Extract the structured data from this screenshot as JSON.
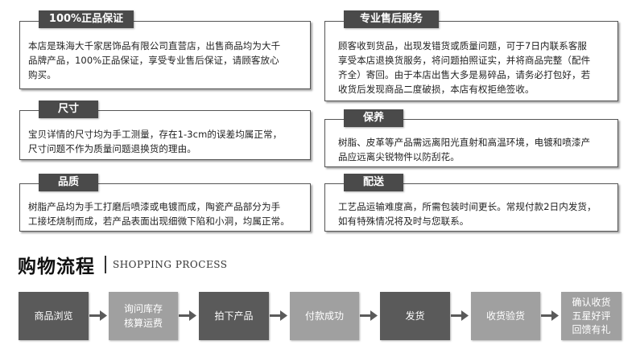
{
  "cards": [
    {
      "title": "100%正品保证",
      "lines": [
        "本店是珠海大千家居饰品有限公司直营店，出售商品均为大千",
        "品牌产品，100%正品保证，享受专业售后保证，请顾客放心",
        "购买。"
      ]
    },
    {
      "title": "专业售后服务",
      "lines": [
        "顾客收到货品，出现发错货或质量问题，可于7日内联系客服",
        "享受本店退换货服务，将问题拍照证实，并将商品完整（配件",
        "齐全）寄回。由于本店出售大多是易碎品，请务必打包好，若",
        "收货后发现商品二度破损，本店有权拒绝签收。"
      ]
    },
    {
      "title": "尺寸",
      "lines": [
        "宝贝详情的尺寸均为手工测量，存在1-3cm的误差均属正常，",
        "尺寸问题不作为质量问题退换货的理由。"
      ]
    },
    {
      "title": "保养",
      "lines": [
        "树脂、皮革等产品需远离阳光直射和高温环境，电镀和喷漆产",
        "品应远离尖锐物件以防刮花。"
      ]
    },
    {
      "title": "品质",
      "lines": [
        "树脂产品均为手工打磨后喷漆或电镀而成，陶瓷产品部分为手",
        "工接坯烧制而成，若产品表面出现细微下陷和小洞，均属正常。"
      ]
    },
    {
      "title": "配送",
      "lines": [
        "工艺品运输难度高，所需包装时间更长。常规付款2日内发货，",
        "如有特殊情况将及时与您联系。"
      ]
    }
  ],
  "process": {
    "title": "购物流程",
    "subtitle": "SHOPPING PROCESS",
    "steps": [
      {
        "lines": [
          "商品浏览"
        ],
        "tone": "dark"
      },
      {
        "lines": [
          "询问库存",
          "核算运费"
        ],
        "tone": "light"
      },
      {
        "lines": [
          "拍下产品"
        ],
        "tone": "dark"
      },
      {
        "lines": [
          "付款成功"
        ],
        "tone": "light"
      },
      {
        "lines": [
          "发货"
        ],
        "tone": "dark"
      },
      {
        "lines": [
          "收货验货"
        ],
        "tone": "light"
      },
      {
        "lines": [
          "确认收货",
          "五星好评",
          "回馈有礼"
        ],
        "tone": "light"
      }
    ]
  },
  "colors": {
    "title_bg": "#4a4a4a",
    "step_dark": "#5a5a5a",
    "step_light": "#a0a0a0",
    "arrow": "#5a5a5a"
  }
}
